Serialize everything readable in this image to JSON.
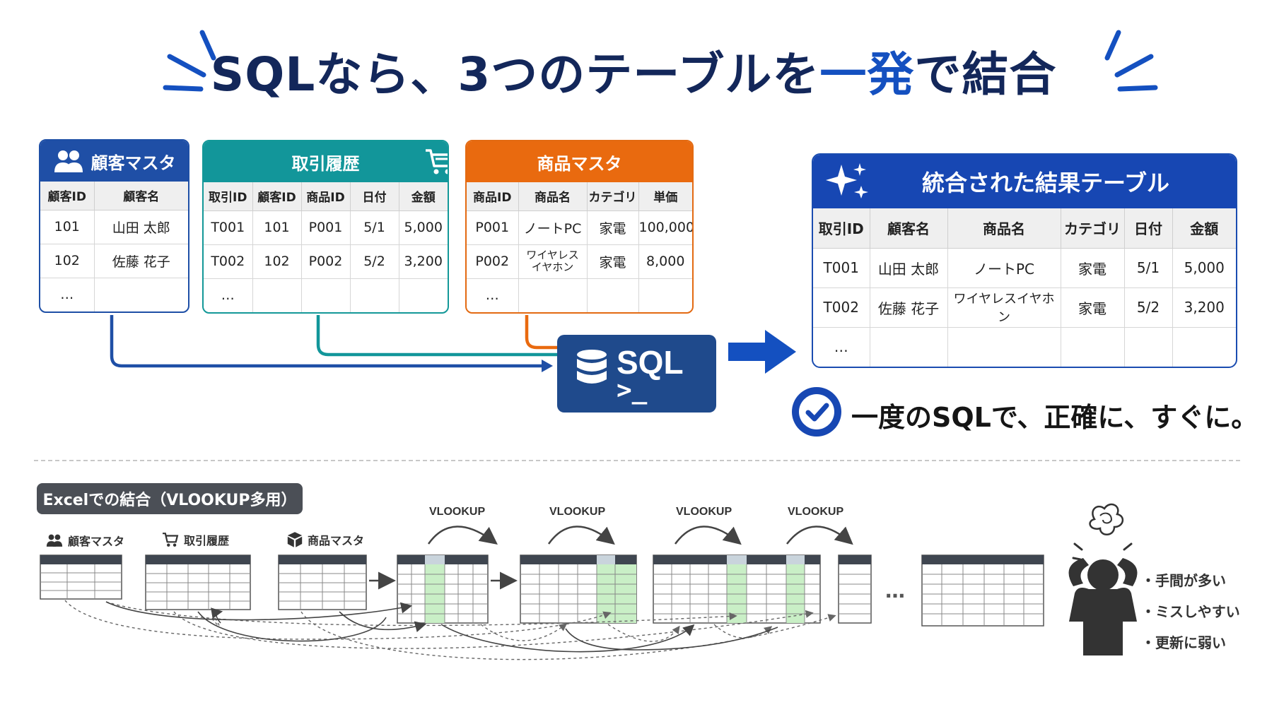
{
  "title": {
    "part1": "SQLなら、3つのテーブルを",
    "accent": "一発",
    "part2": "で結合"
  },
  "customer_master": {
    "title": "顧客マスタ",
    "icon": "users-icon",
    "columns": [
      "顧客ID",
      "顧客名"
    ],
    "rows": [
      [
        "101",
        "山田 太郎"
      ],
      [
        "102",
        "佐藤 花子"
      ],
      [
        "…",
        ""
      ]
    ]
  },
  "transactions": {
    "title": "取引履歴",
    "icon": "cart-icon",
    "columns": [
      "取引ID",
      "顧客ID",
      "商品ID",
      "日付",
      "金額"
    ],
    "rows": [
      [
        "T001",
        "101",
        "P001",
        "5/1",
        "5,000"
      ],
      [
        "T002",
        "102",
        "P002",
        "5/2",
        "3,200"
      ],
      [
        "…",
        "",
        "",
        "",
        ""
      ]
    ]
  },
  "product_master": {
    "title": "商品マスタ",
    "icon": "box-icon",
    "columns": [
      "商品ID",
      "商品名",
      "カテゴリ",
      "単価"
    ],
    "rows": [
      [
        "P001",
        "ノートPC",
        "家電",
        "100,000"
      ],
      [
        "P002",
        "ワイヤレス\nイヤホン",
        "家電",
        "8,000"
      ],
      [
        "…",
        "",
        "",
        ""
      ]
    ]
  },
  "sql_box": {
    "label": "SQL",
    "prompt": ">_",
    "icon": "database-icon"
  },
  "result_table": {
    "title": "統合された結果テーブル",
    "icon": "sparkles-icon",
    "columns": [
      "取引ID",
      "顧客名",
      "商品名",
      "カテゴリ",
      "日付",
      "金額"
    ],
    "rows": [
      [
        "T001",
        "山田 太郎",
        "ノートPC",
        "家電",
        "5/1",
        "5,000"
      ],
      [
        "T002",
        "佐藤 花子",
        "ワイヤレスイヤホン",
        "家電",
        "5/2",
        "3,200"
      ],
      [
        "…",
        "",
        "",
        "",
        "",
        ""
      ]
    ]
  },
  "tagline": "一度のSQLで、正確に、すぐに。",
  "excel": {
    "label": "Excelでの結合（VLOOKUP多用）",
    "sources": [
      "顧客マスタ",
      "取引履歴",
      "商品マスタ"
    ],
    "vlookup_labels": [
      "VLOOKUP",
      "VLOOKUP",
      "VLOOKUP",
      "VLOOKUP"
    ],
    "ellipsis": "…",
    "issues": [
      "・手間が多い",
      "・ミスしやすい",
      "・更新に弱い"
    ]
  },
  "colors": {
    "navy": "#13275a",
    "accent_blue": "#1450c0",
    "customer_blue": "#1f4fa6",
    "transaction_teal": "#12969a",
    "product_orange": "#e96a0f",
    "sql_navy": "#1f4a8c",
    "excel_green": "#c9efc6",
    "excel_gray": "#4b4f56"
  }
}
